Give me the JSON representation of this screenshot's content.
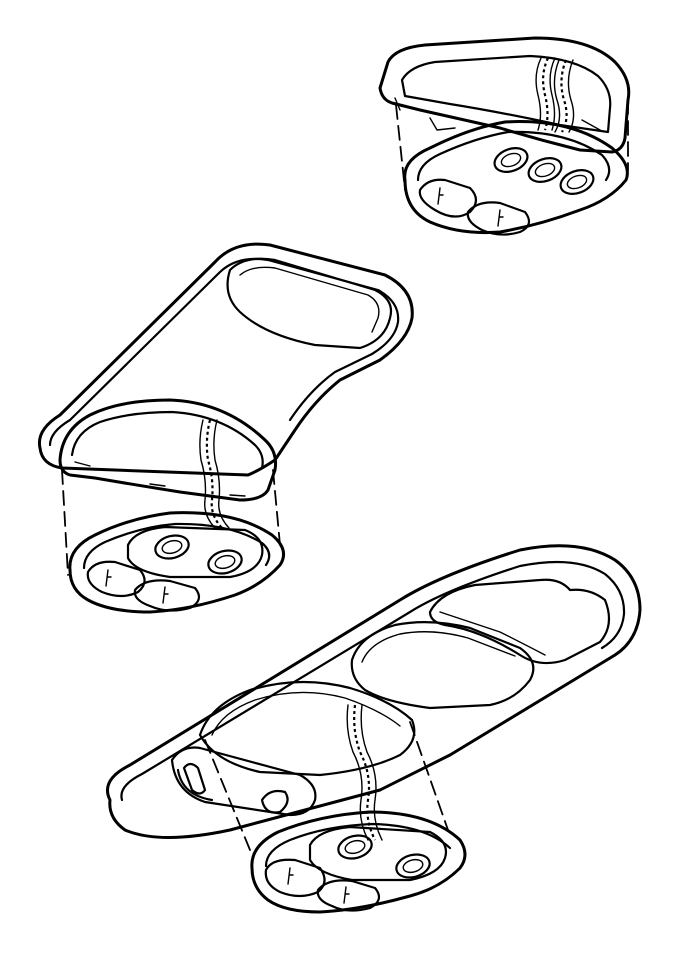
{
  "figure": {
    "type": "exploded-view line illustration",
    "views": [
      {
        "id": "top-right",
        "part": "overhead-console-module"
      },
      {
        "id": "middle-left",
        "part": "overhead-console-housing"
      },
      {
        "id": "bottom",
        "part": "full-length-roof-console"
      }
    ]
  }
}
